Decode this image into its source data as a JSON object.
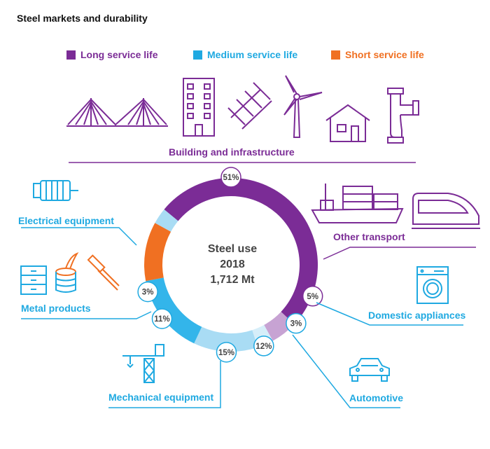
{
  "title": "Steel markets and durability",
  "legend": [
    {
      "label": "Long service life",
      "color": "#7b2c96"
    },
    {
      "label": "Medium service life",
      "color": "#1fa9e1"
    },
    {
      "label": "Short service life",
      "color": "#f07022"
    }
  ],
  "center": {
    "line1": "Steel use",
    "line2": "2018",
    "line3": "1,712 Mt"
  },
  "chart_data": {
    "type": "pie",
    "style": "donut",
    "slices": [
      {
        "label": "Building and infrastructure",
        "value": 51,
        "pct_label": "51%",
        "service_life": "Long service life",
        "color": "#7b2c96"
      },
      {
        "label": "Other transport",
        "value": 5,
        "pct_label": "5%",
        "service_life": "Long service life",
        "color": "#c7a3d3"
      },
      {
        "label": "Domestic appliances",
        "value": 3,
        "pct_label": "3%",
        "service_life": "Medium service life",
        "color": "#d6eef9"
      },
      {
        "label": "Automotive",
        "value": 12,
        "pct_label": "12%",
        "service_life": "Medium service life",
        "color": "#a9dcf4"
      },
      {
        "label": "Mechanical equipment",
        "value": 15,
        "pct_label": "15%",
        "service_life": "Medium service life",
        "color": "#33b5ea"
      },
      {
        "label": "Metal products",
        "value": 11,
        "pct_label": "11%",
        "service_life": "Medium and short service life",
        "color": "#f07022"
      },
      {
        "label": "Electrical equipment",
        "value": 3,
        "pct_label": "3%",
        "service_life": "Medium service life",
        "color": "#a9dcf4"
      }
    ]
  },
  "labels": {
    "building": "Building and infrastructure",
    "transport": "Other transport",
    "appliances": "Domestic appliances",
    "automotive": "Automotive",
    "mechanical": "Mechanical equipment",
    "metal": "Metal products",
    "electrical": "Electrical equipment"
  },
  "colors": {
    "purple": "#7b2c96",
    "blue": "#1fa9e1",
    "orange": "#f07022",
    "text": "#444444"
  }
}
